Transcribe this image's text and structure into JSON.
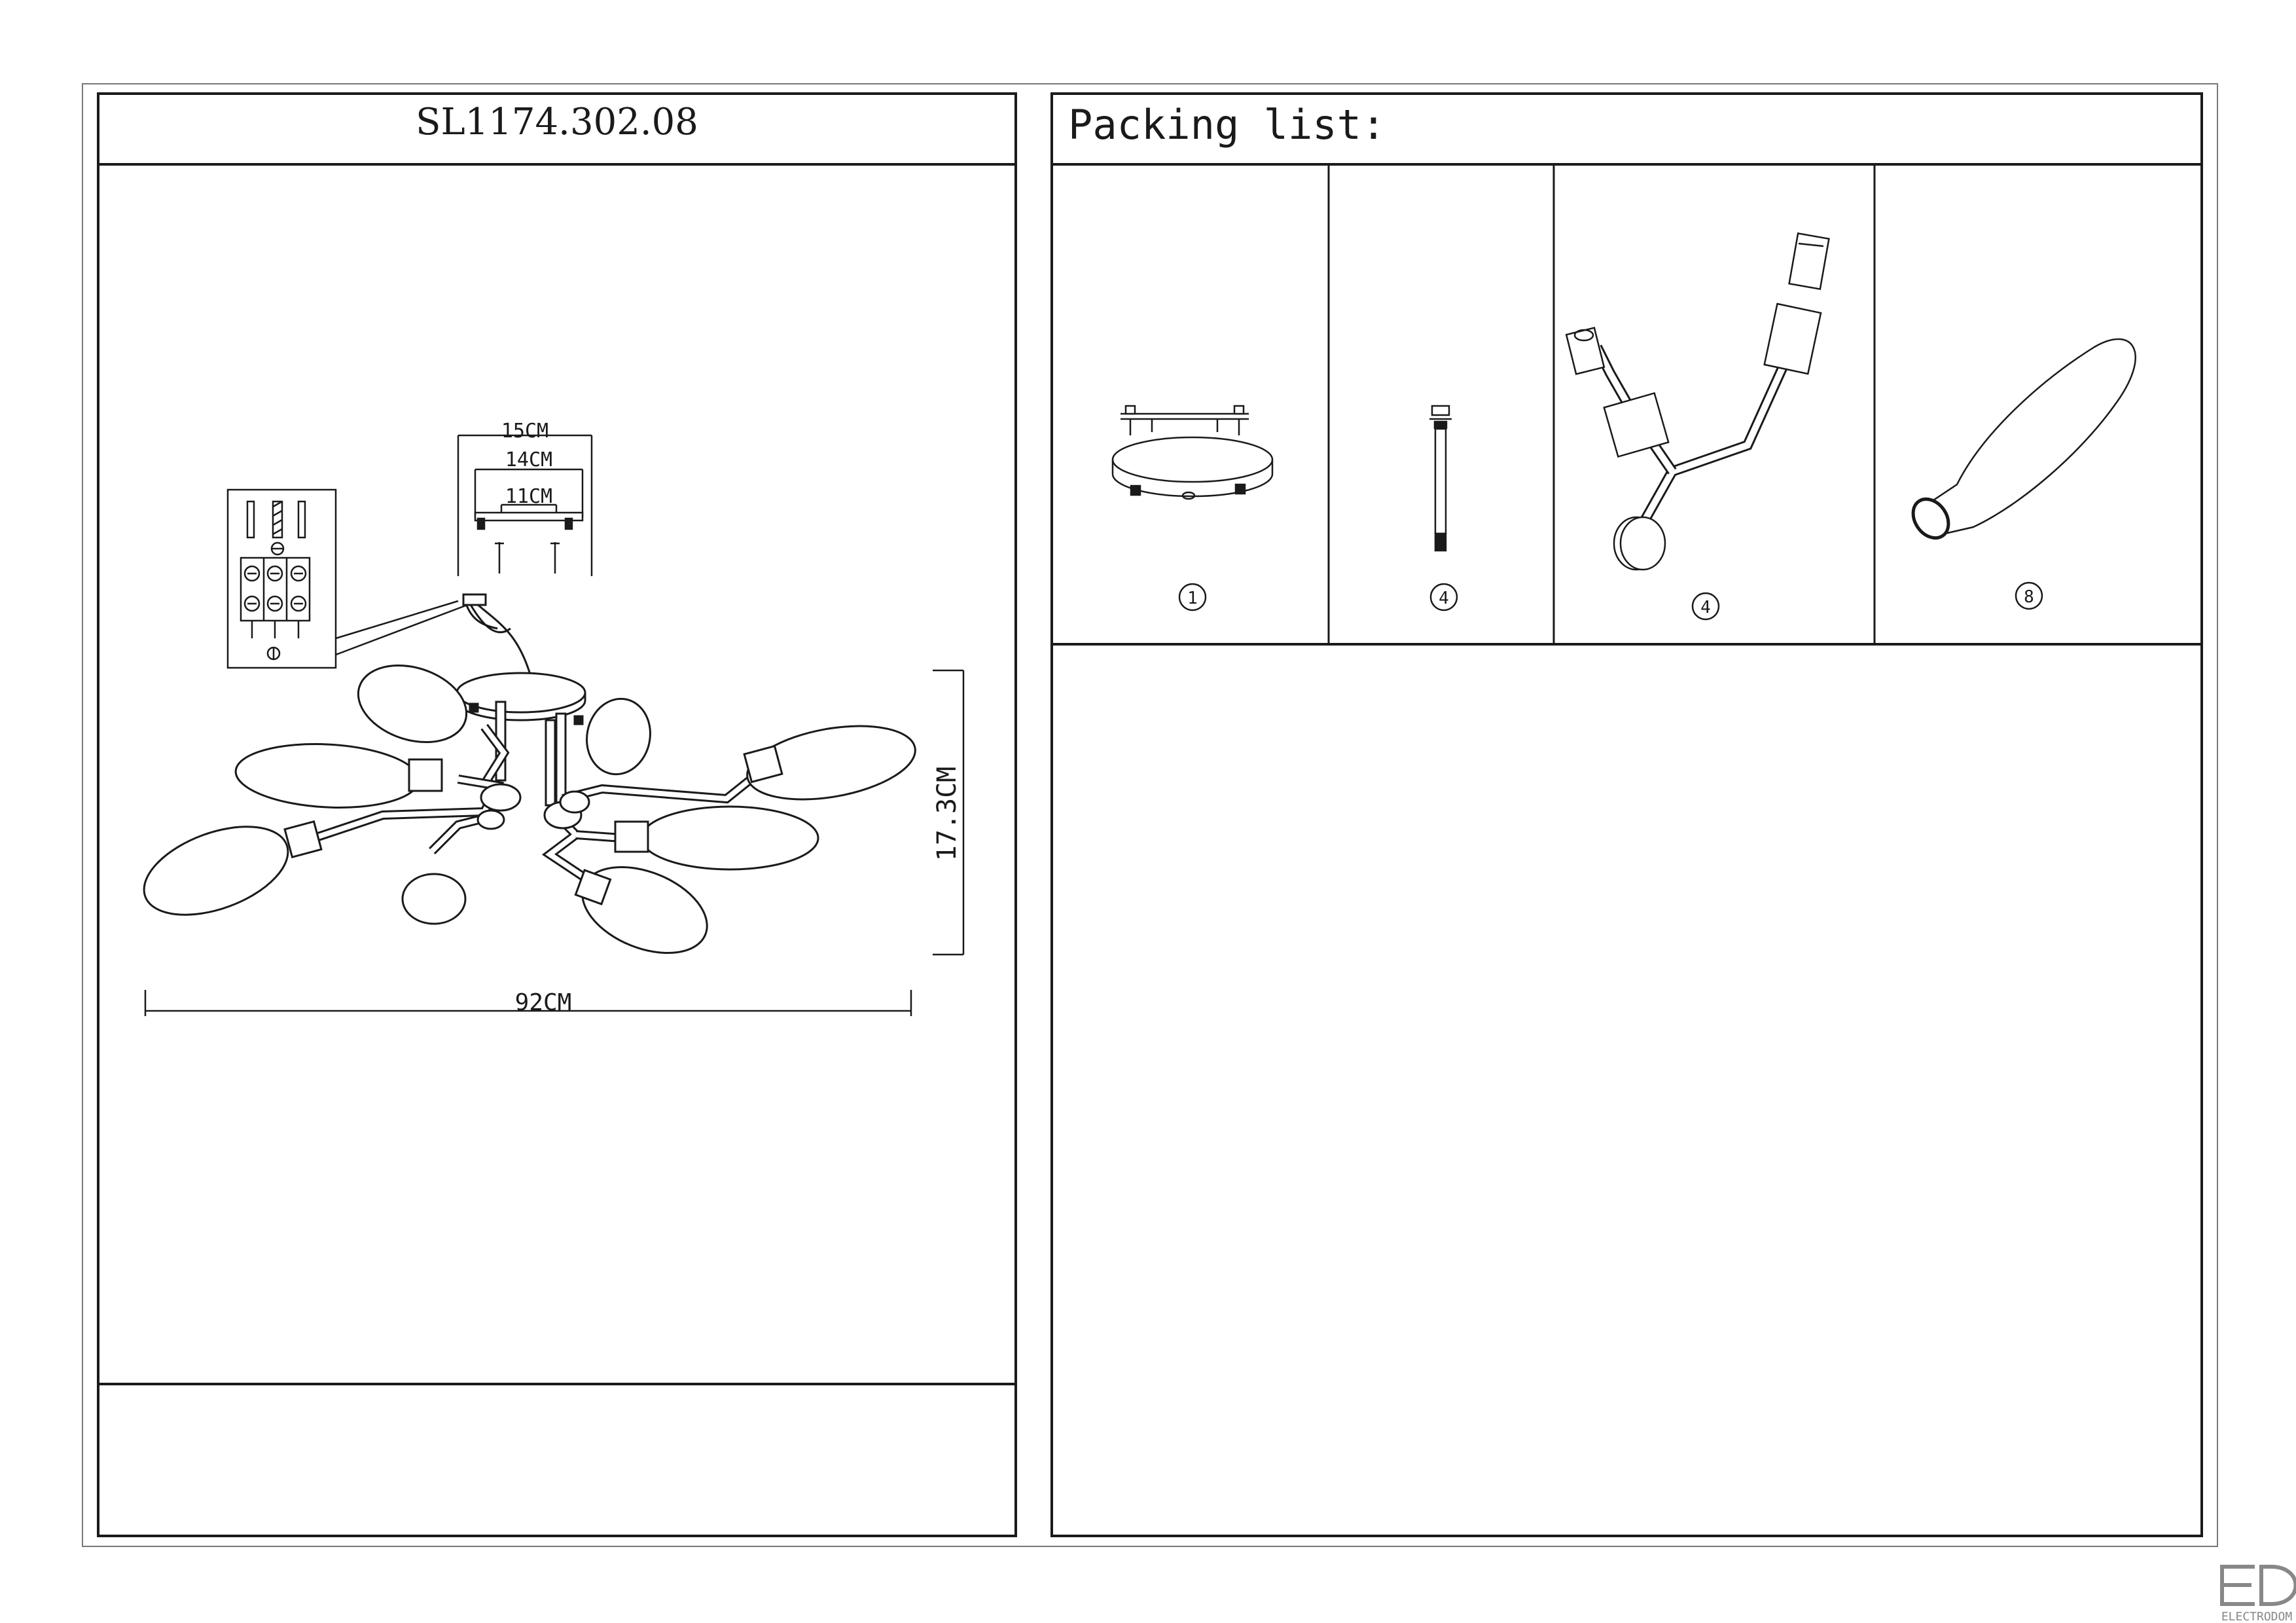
{
  "document": {
    "model_title": "SL1174.302.08",
    "packing_title": "Packing list:",
    "logo_text": "ELECTRODOM"
  },
  "dimensions": {
    "width": "92CM",
    "height": "17.3CM",
    "bracket_outer": "15CM",
    "bracket_mid": "14CM",
    "bracket_inner": "11CM"
  },
  "packing_list": [
    {
      "name": "canopy-plate",
      "qty": "1"
    },
    {
      "name": "rod",
      "qty": "4"
    },
    {
      "name": "arm",
      "qty": "4"
    },
    {
      "name": "glass-shade",
      "qty": "8"
    }
  ],
  "colors": {
    "line": "#1a1a1a",
    "background": "#ffffff",
    "logo": "#888888"
  }
}
